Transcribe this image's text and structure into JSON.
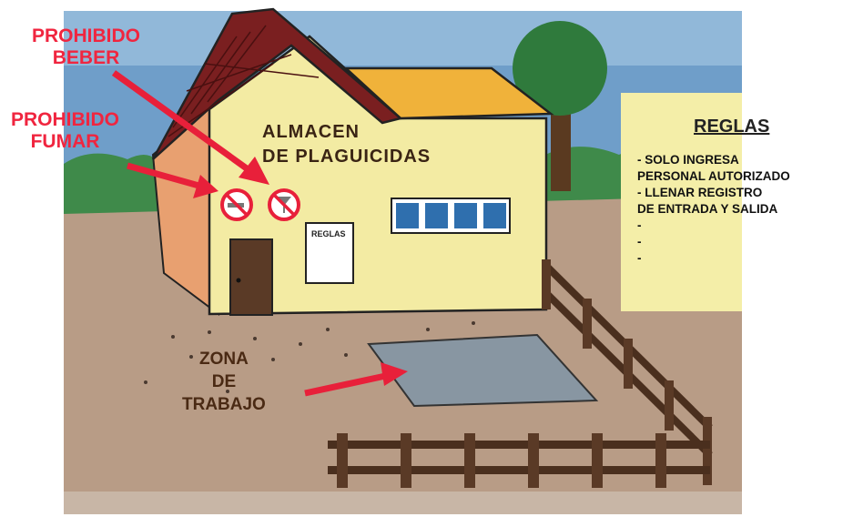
{
  "labels": {
    "no_drink": [
      "PROHIBIDO",
      "BEBER"
    ],
    "no_smoke": [
      "PROHIBIDO",
      "FUMAR"
    ],
    "warehouse": [
      "ALMACEN",
      "DE PLAGUICIDAS"
    ],
    "door_sign": "REGLAS",
    "work_zone": [
      "ZONA",
      "DE",
      "TRABAJO"
    ]
  },
  "rules_board": {
    "title": "REGLAS",
    "lines": [
      "- SOLO INGRESA",
      "PERSONAL AUTORIZADO",
      "- LLENAR REGISTRO",
      "DE ENTRADA Y SALIDA",
      "-",
      "-",
      "-"
    ]
  },
  "colors": {
    "sky": "#6f9ec9",
    "grass": "#3f8a4a",
    "ground": "#b89c86",
    "wall": "#f3eba3",
    "roof_tile": "#7a1f20",
    "roof_side": "#f0b23a",
    "arrow": "#e8203a",
    "board": "#f4eea8"
  }
}
